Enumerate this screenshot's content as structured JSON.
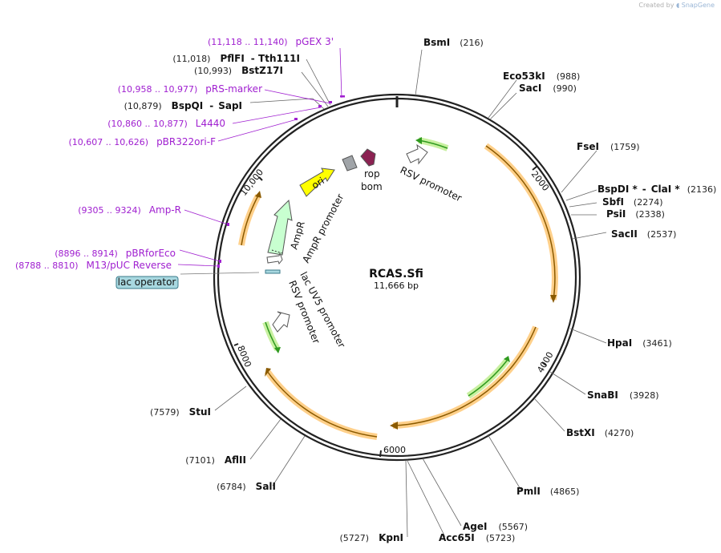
{
  "credit": {
    "prefix": "Created by",
    "brand": "SnapGene"
  },
  "plasmid": {
    "name": "RCAS.Sfi",
    "length_label": "11,666 bp",
    "length": 11666
  },
  "ticks": [
    "2000",
    "4000",
    "6000",
    "8000",
    "10,000"
  ],
  "enzymes_right": [
    {
      "name": "BsmI",
      "pos": "(216)"
    },
    {
      "name": "Eco53kI",
      "pos": "(988)"
    },
    {
      "name": "SacI",
      "pos": "(990)"
    },
    {
      "name": "FseI",
      "pos": "(1759)"
    },
    {
      "name": "BspDI *",
      "sep": "-",
      "name2": "ClaI *",
      "pos": "(2136)"
    },
    {
      "name": "SbfI",
      "pos": "(2274)"
    },
    {
      "name": "PsiI",
      "pos": "(2338)"
    },
    {
      "name": "SacII",
      "pos": "(2537)"
    },
    {
      "name": "HpaI",
      "pos": "(3461)"
    },
    {
      "name": "SnaBI",
      "pos": "(3928)"
    },
    {
      "name": "BstXI",
      "pos": "(4270)"
    },
    {
      "name": "PmlI",
      "pos": "(4865)"
    },
    {
      "name": "AgeI",
      "pos": "(5567)"
    },
    {
      "name": "Acc65I",
      "pos": "(5723)"
    }
  ],
  "enzymes_left": [
    {
      "pos": "(5727)",
      "name": "KpnI"
    },
    {
      "pos": "(6784)",
      "name": "SalI"
    },
    {
      "pos": "(7101)",
      "name": "AflII"
    },
    {
      "pos": "(7579)",
      "name": "StuI"
    },
    {
      "pos": "(10,879)",
      "name": "BspQI",
      "sep": "-",
      "name2": "SapI"
    },
    {
      "pos": "(10,993)",
      "name": "BstZ17I"
    },
    {
      "pos": "(11,018)",
      "name": "PflFI",
      "sep": "-",
      "name2": "Tth111I"
    }
  ],
  "primers": [
    {
      "pos": "(11,118 .. 11,140)",
      "name": "pGEX 3'"
    },
    {
      "pos": "(10,958 .. 10,977)",
      "name": "pRS-marker"
    },
    {
      "pos": "(10,860 .. 10,877)",
      "name": "L4440"
    },
    {
      "pos": "(10,607 .. 10,626)",
      "name": "pBR322ori-F"
    },
    {
      "pos": "(9305 .. 9324)",
      "name": "Amp-R"
    },
    {
      "pos": "(8896 .. 8914)",
      "name": "pBRforEco"
    },
    {
      "pos": "(8788 .. 8810)",
      "name": "M13/pUC Reverse"
    }
  ],
  "features": {
    "lac_operator": "lac operator",
    "ori": "ori",
    "rop": "rop",
    "bom": "bom",
    "rsv_promoter_top": "RSV promoter",
    "ampr": "AmpR",
    "ampr_promoter": "AmpR promoter",
    "lac_uv5_promoter": "lac UV5 promoter",
    "rsv_promoter_left": "RSV promoter"
  },
  "colors": {
    "primer": "#a020d0",
    "orf_fill": "#ffd08a",
    "orf_line": "#8a5a00",
    "green_fill": "#c8f0a0",
    "green_line": "#2f9a1f",
    "ori": "#ffff00",
    "rop": "#8b2252",
    "bom": "#a0a4a8",
    "ampr": "#c8ffd0",
    "lac_operator": "#a8d8e0"
  }
}
